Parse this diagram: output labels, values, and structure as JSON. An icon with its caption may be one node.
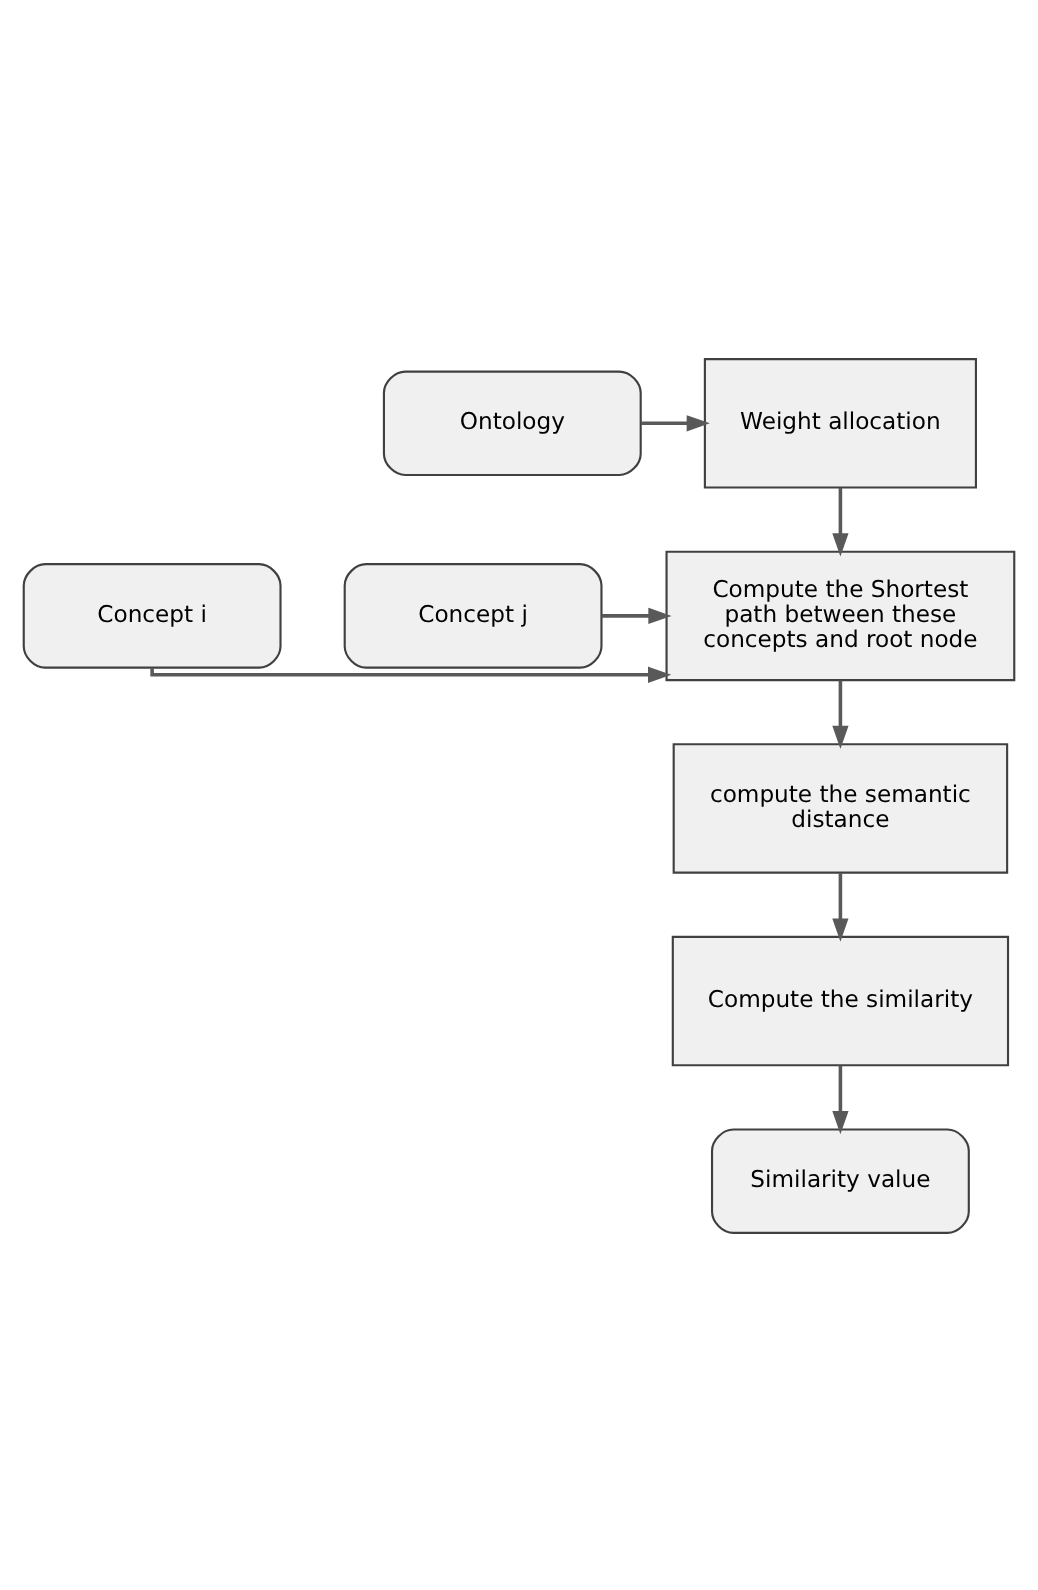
{
  "diagram": {
    "nodes": [
      {
        "text": [
          "Ontology"
        ]
      },
      {
        "text": [
          "Weight allocation"
        ]
      },
      {
        "text": [
          "Concept i"
        ]
      },
      {
        "text": [
          "Concept j"
        ]
      },
      {
        "text": [
          "Compute the Shortest path between these concepts and root node"
        ]
      },
      {
        "text": [
          "compute the semantic distance"
        ]
      },
      {
        "text": [
          "Compute the similarity"
        ]
      },
      {
        "text": [
          "Similarity value"
        ]
      }
    ],
    "edges": [
      {
        "from": 0,
        "to": 1,
        "arrow": "to"
      },
      {
        "from": 1,
        "to": 4,
        "arrow": "to"
      },
      {
        "from": 2,
        "to": 4,
        "arrow": "to"
      },
      {
        "from": 3,
        "to": 4,
        "arrow": "to"
      },
      {
        "from": 4,
        "to": 5,
        "arrow": "to"
      },
      {
        "from": 5,
        "to": 6,
        "arrow": "to"
      },
      {
        "from": 6,
        "to": 7,
        "arrow": "to"
      }
    ]
  }
}
